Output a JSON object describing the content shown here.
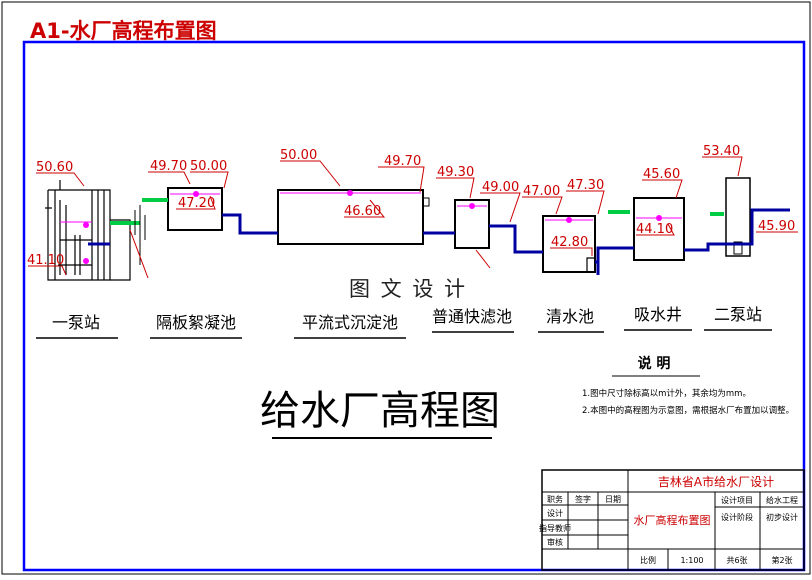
{
  "page_title": "A1-水厂高程布置图",
  "watermark": "图 文 设 计",
  "main_title": "给水厂高程图",
  "colors": {
    "frame": "#0000ff",
    "elevation": "#cc0000",
    "pipe": "#0000a0",
    "water_line": "#ff00ff",
    "connector": "#00cc44",
    "structure": "#000000"
  },
  "structures": [
    {
      "name": "一泵站"
    },
    {
      "name": "隔板絮凝池"
    },
    {
      "name": "平流式沉淀池"
    },
    {
      "name": "普通快滤池"
    },
    {
      "name": "清水池"
    },
    {
      "name": "吸水井"
    },
    {
      "name": "二泵站"
    }
  ],
  "elevations": [
    {
      "value": "50.60"
    },
    {
      "value": "41.10"
    },
    {
      "value": "49.70"
    },
    {
      "value": "50.00"
    },
    {
      "value": "47.20"
    },
    {
      "value": "50.00"
    },
    {
      "value": "49.70"
    },
    {
      "value": "46.60"
    },
    {
      "value": "49.30"
    },
    {
      "value": "49.00"
    },
    {
      "value": "47.00"
    },
    {
      "value": "47.30"
    },
    {
      "value": "42.80"
    },
    {
      "value": "45.60"
    },
    {
      "value": "44.10"
    },
    {
      "value": "53.40"
    },
    {
      "value": "45.90"
    }
  ],
  "notes": {
    "heading": "说    明",
    "items": [
      "1.图中尺寸除标高以m计外，其余均为mm。",
      "2.本图中的高程图为示意图，需根据水厂布置加以调整。"
    ]
  },
  "title_block": {
    "institution": "吉林省A市给水厂设计",
    "drawing_title": "水厂高程布置图",
    "left_labels": [
      "职务",
      "签字",
      "日期",
      "设计",
      "指导教师",
      "审核"
    ],
    "project_label": "设计项目",
    "project_value": "给水工程",
    "stage_label": "设计阶段",
    "stage_value": "初步设计",
    "scale_label": "比例",
    "scale_value": "1:100",
    "total_sheets": "共6张",
    "sheet_no": "第2张"
  }
}
